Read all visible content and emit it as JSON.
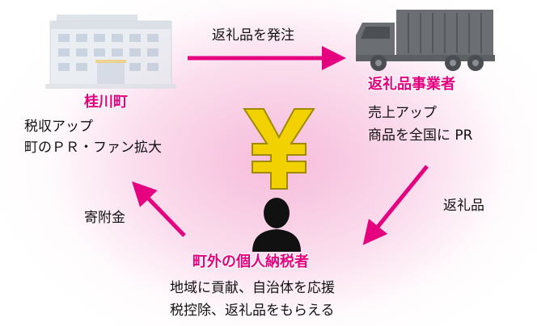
{
  "edges": {
    "order_label": "返礼品を発注",
    "gift_label": "返礼品",
    "donation_label": "寄附金"
  },
  "town": {
    "name": "桂川町",
    "lines": [
      "税収アップ",
      "町のＰＲ・ファン拡大"
    ]
  },
  "supplier": {
    "name": "返礼品事業者",
    "lines": [
      "売上アップ",
      "商品を全国に PR"
    ]
  },
  "taxpayer": {
    "name": "町外の個人納税者",
    "lines": [
      "地域に貢献、自治体を応援",
      "税控除、返礼品をもらえる"
    ]
  },
  "center_symbol": "¥",
  "colors": {
    "accent": "#e4007f",
    "yen": "#f2d100",
    "truck": "#6b6e73"
  },
  "icons": [
    "building-icon",
    "truck-icon",
    "yen-icon",
    "person-icon"
  ]
}
